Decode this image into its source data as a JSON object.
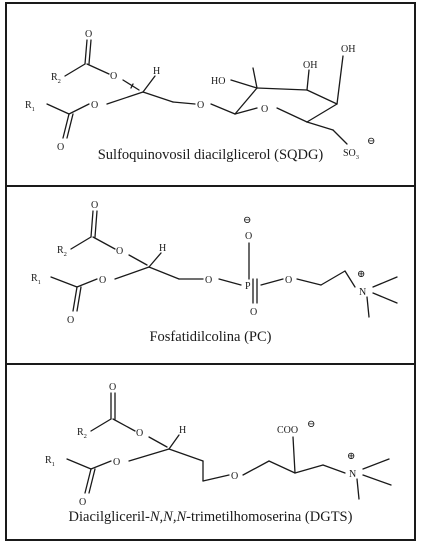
{
  "panels": [
    {
      "name": "SQDG",
      "caption": "Sulfoquinovosil diacilglicerol (SQDG)",
      "labels": {
        "r2": "R",
        "r2_sub": "2",
        "r1": "R",
        "r1_sub": "1",
        "o": "O",
        "h": "H",
        "ho": "HO",
        "oh": "OH",
        "so3": "SO",
        "so3_sub": "3",
        "charge_minus": "⊖"
      }
    },
    {
      "name": "PC",
      "caption": "Fosfatidilcolina (PC)",
      "labels": {
        "r2": "R",
        "r2_sub": "2",
        "r1": "R",
        "r1_sub": "1",
        "o": "O",
        "h": "H",
        "p": "P",
        "n": "N",
        "charge_minus": "⊖",
        "charge_plus": "⊕"
      }
    },
    {
      "name": "DGTS",
      "caption_parts": [
        "Diacilgliceril-",
        "N,N,N",
        "-trimetilhomoserina (DGTS)"
      ],
      "labels": {
        "r2": "R",
        "r2_sub": "2",
        "r1": "R",
        "r1_sub": "1",
        "o": "O",
        "h": "H",
        "coo": "COO",
        "n": "N",
        "charge_minus": "⊖",
        "charge_plus": "⊕"
      }
    }
  ]
}
